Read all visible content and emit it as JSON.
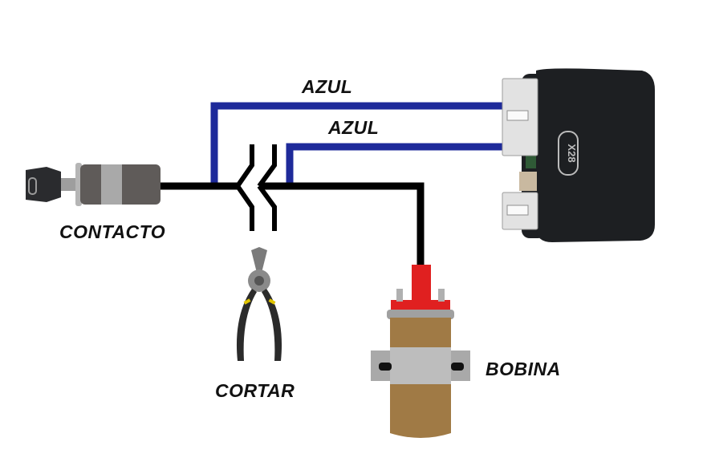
{
  "labels": {
    "wire_top": "AZUL",
    "wire_second": "AZUL",
    "ignition_switch": "CONTACTO",
    "cut_point": "CORTAR",
    "ignition_coil": "BOBINA"
  },
  "colors": {
    "blue_wire": "#1e2a9a",
    "black_wire": "#000000",
    "module_body": "#1d1f22",
    "coil_body": "#a07a45",
    "coil_top": "#e02020",
    "clamp_grey": "#b0b0b0"
  },
  "icons": {
    "ignition_switch": "ignition-key-switch-icon",
    "cutter": "wire-cutter-pliers-icon",
    "coil": "ignition-coil-icon",
    "module": "control-module-icon"
  }
}
